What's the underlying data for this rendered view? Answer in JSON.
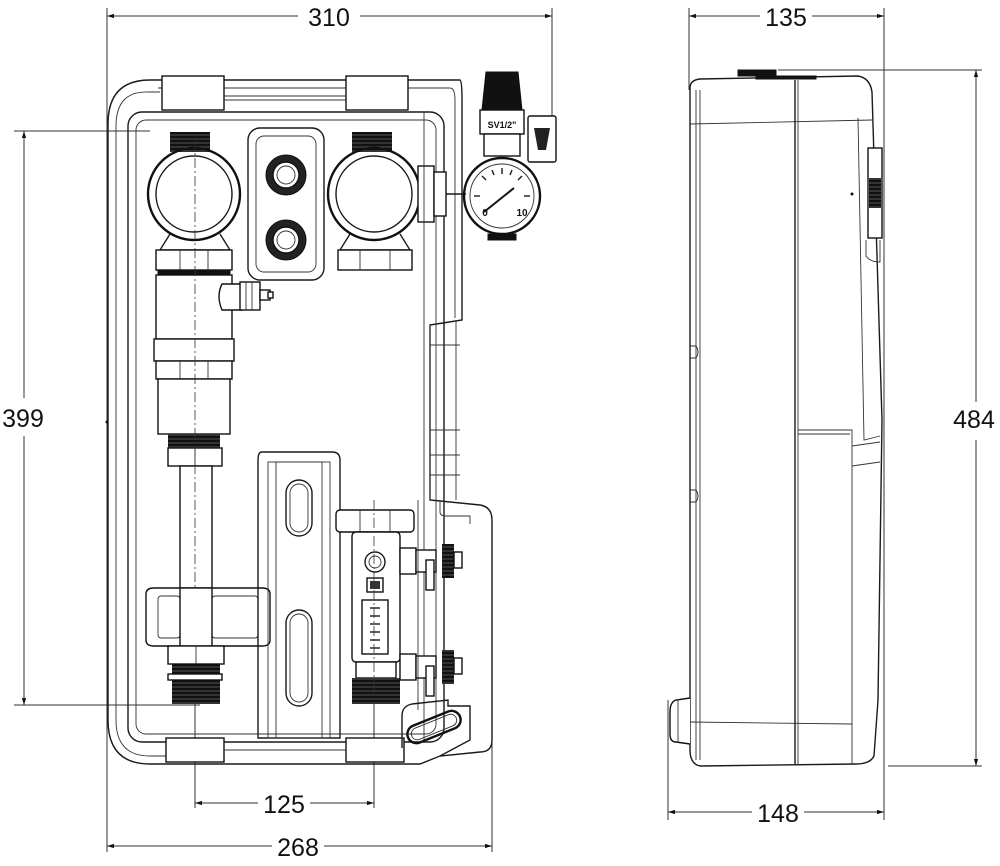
{
  "drawing": {
    "title": "Pump station technical drawing — front and side views",
    "units": "mm",
    "front_view": {
      "dimensions": {
        "overall_width": "310",
        "housing_width": "268",
        "height": "399",
        "connection_spacing": "125"
      },
      "safety_valve_label": "SV1/2\"",
      "pressure_gauge": {
        "min_label": "0",
        "max_label": "10"
      }
    },
    "side_view": {
      "dimensions": {
        "depth_top": "135",
        "depth_bottom": "148",
        "overall_height": "484"
      }
    }
  }
}
